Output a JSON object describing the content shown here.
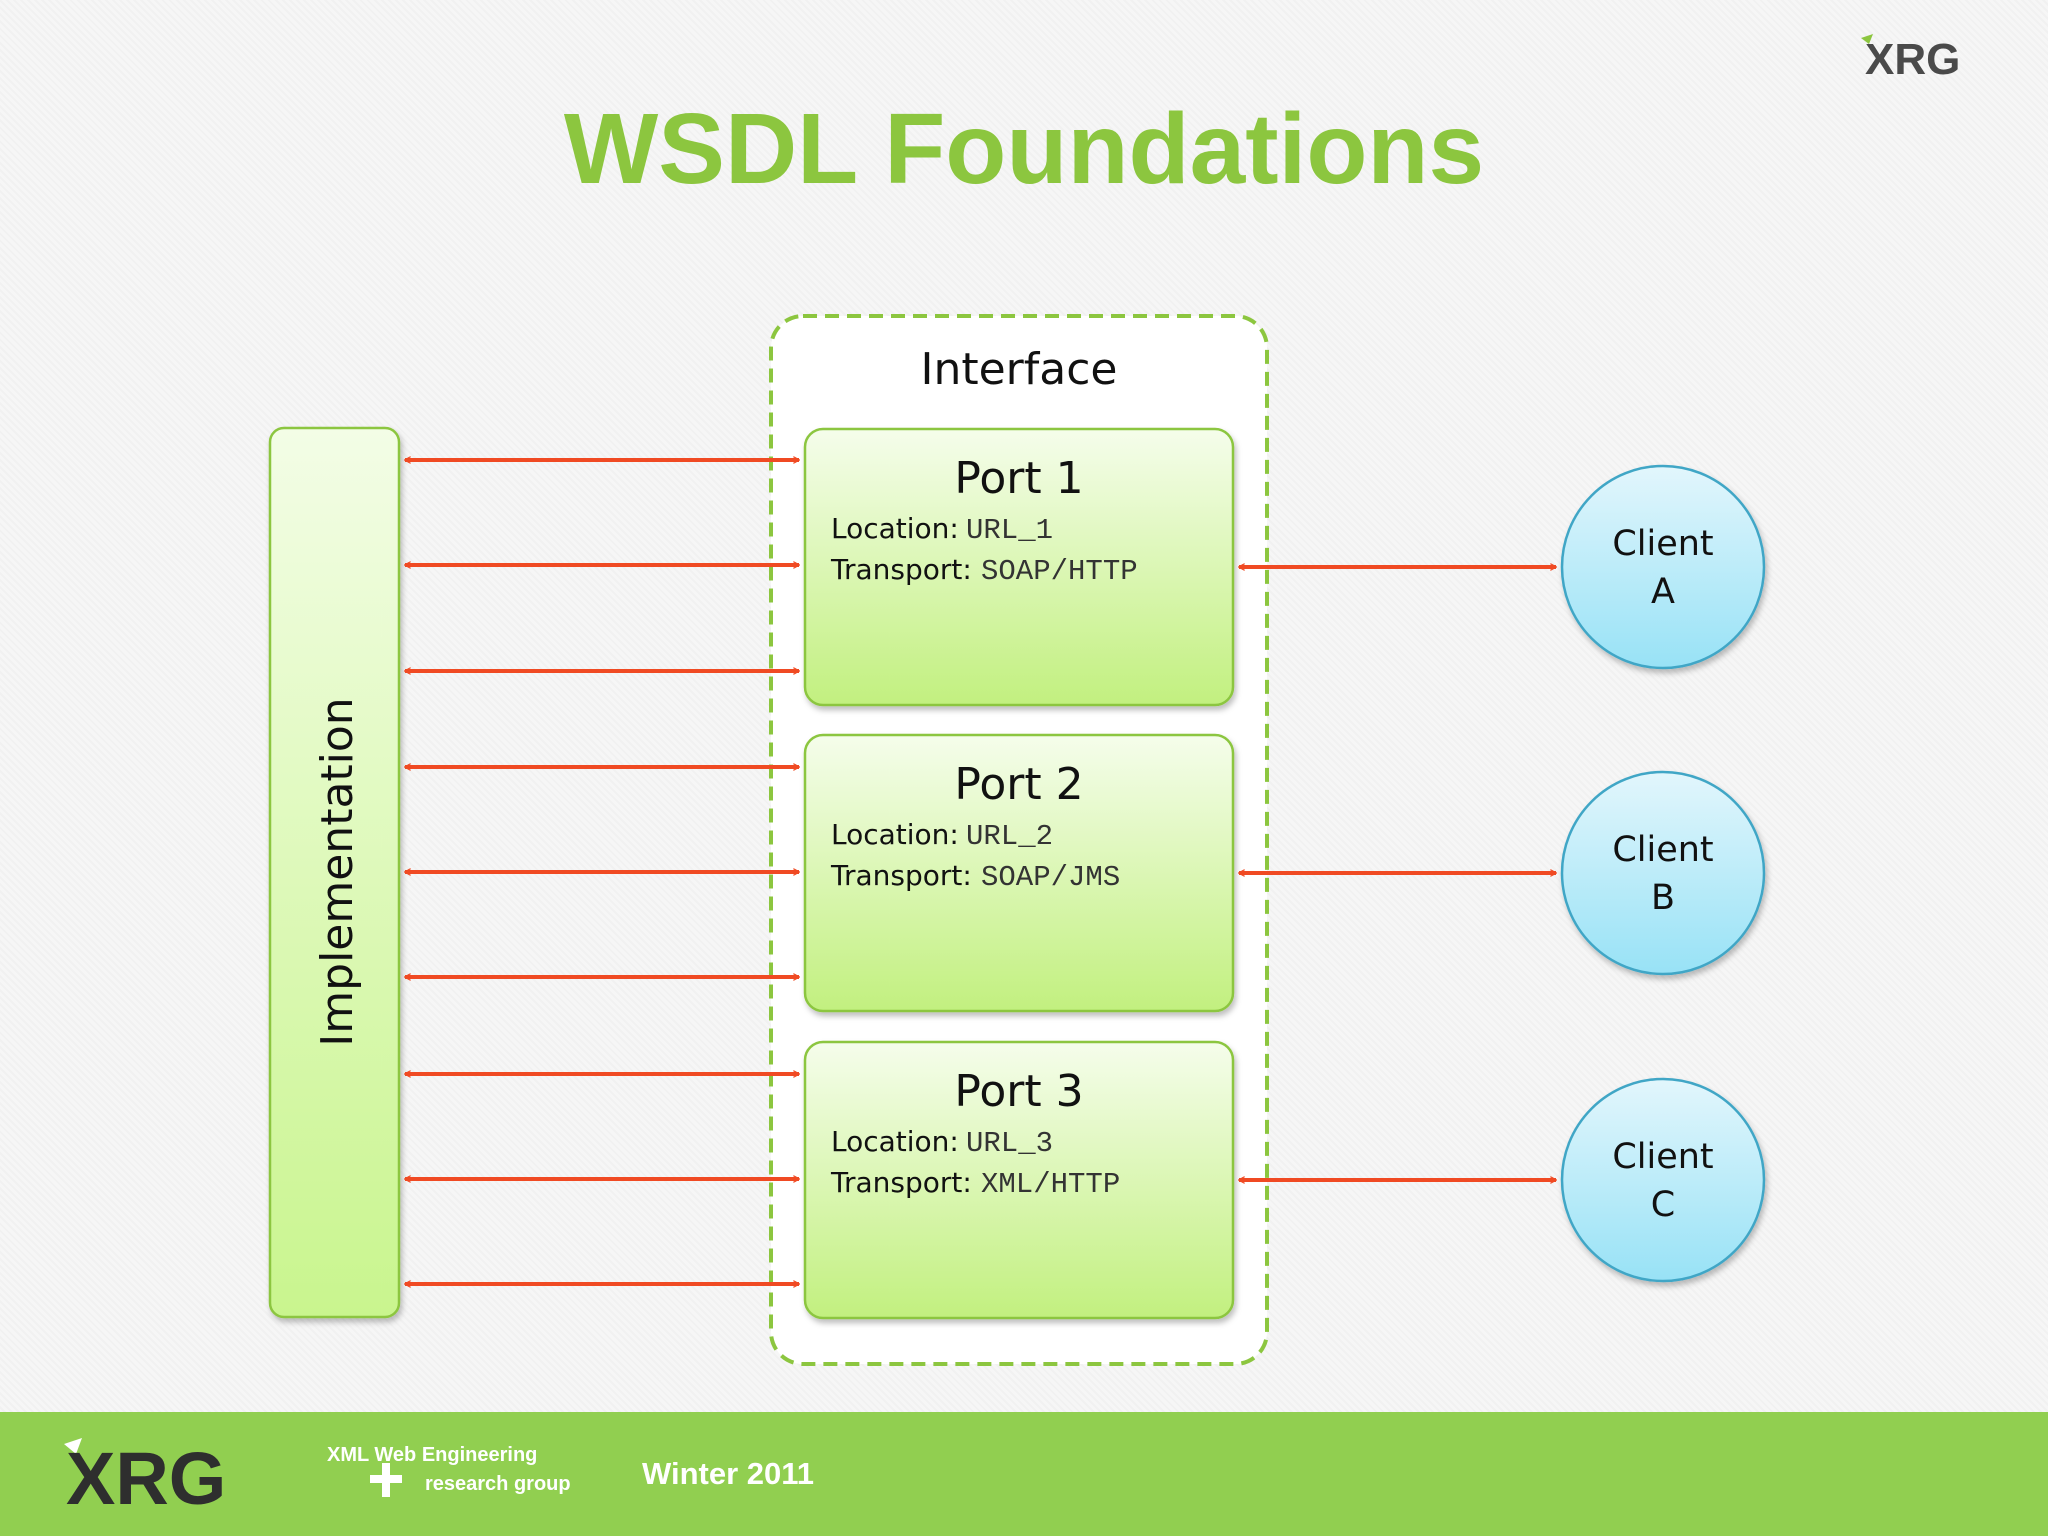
{
  "slide": {
    "title": "WSDL Foundations",
    "logo_text": "XRG"
  },
  "diagram": {
    "implementation_label": "Implementation",
    "interface_label": "Interface",
    "location_label": "Location:",
    "transport_label": "Transport:",
    "ports": [
      {
        "name": "Port 1",
        "location": "URL_1",
        "transport": "SOAP/HTTP"
      },
      {
        "name": "Port 2",
        "location": "URL_2",
        "transport": "SOAP/JMS"
      },
      {
        "name": "Port 3",
        "location": "URL_3",
        "transport": "XML/HTTP"
      }
    ],
    "clients": [
      {
        "line1": "Client",
        "line2": "A"
      },
      {
        "line1": "Client",
        "line2": "B"
      },
      {
        "line1": "Client",
        "line2": "C"
      }
    ]
  },
  "colors": {
    "accent_green": "#8cc63f",
    "arrow_red": "#f04a23",
    "client_blue": "#aee8f8",
    "port_green": "#d4f59e"
  },
  "footer": {
    "logo_text": "XRG",
    "tagline_top": "XML  Web Engineering",
    "tagline_bottom": "research group",
    "date": "Winter 2011"
  }
}
